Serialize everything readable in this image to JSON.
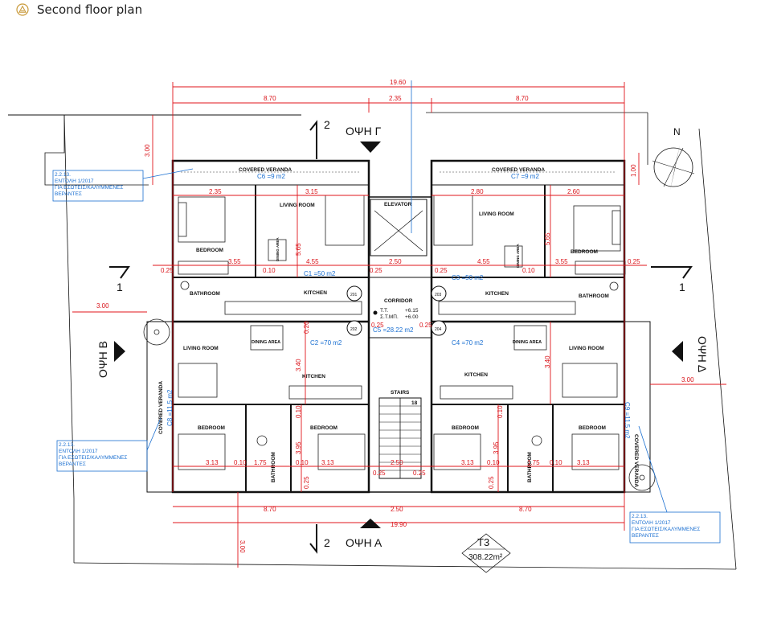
{
  "page_title": "Second floor plan",
  "icons": {
    "header": "floor-plan-icon"
  },
  "colors": {
    "dimension": "#e0151b",
    "annotation": "#1a6fd1",
    "wall": "#111111",
    "header_icon": "#c99a3b"
  },
  "elevations": {
    "top": "ΟΨΗ Γ",
    "bottom": "ΟΨΗ Α",
    "left": "ΟΨΗ Β",
    "right": "ΟΨΗ Δ",
    "section_2": "2",
    "section_1": "1"
  },
  "north_label": "N",
  "plot_label": {
    "code": "T3",
    "area": "308.22m²"
  },
  "dimensions": {
    "overall_top": "19.60",
    "overall_bottom": "19.90",
    "left_wing": "8.70",
    "core": "2.35",
    "right_wing": "8.70",
    "core_bottom": "2.50",
    "setback_top": "3.00",
    "setback_bottom": "3.00",
    "setback_left": "3.00",
    "setback_right": "3.00",
    "veranda_depth": "1.00",
    "bedroom_w_left": "2.35",
    "living_w_left": "3.15",
    "living_w_right": "2.80",
    "bedroom_w_right": "2.60",
    "row_a": "3.55",
    "row_b": "4.55",
    "row_c": "2.50",
    "row_d": "4.55",
    "row_e": "3.55",
    "wall_a": "0.25",
    "wall_b": "0.10",
    "wall_c": "0.25",
    "wall_d": "0.25",
    "wall_e": "0.10",
    "wall_f": "0.25",
    "depth_living": "5.65",
    "depth_living_right": "5.65",
    "depth_mid": "3.40",
    "depth_mid_right": "3.40",
    "wall_v1": "0.20",
    "wall_v2": "0.10",
    "wall_v3": "0.10",
    "depth_bed": "3.95",
    "depth_bed_right": "3.95",
    "wall_v4": "0.25",
    "wall_v5": "0.25",
    "bot_a": "3.13",
    "bot_b": "0.10",
    "bot_c": "1.75",
    "bot_d": "0.10",
    "bot_e": "3.13",
    "bot_f": "2.50",
    "bot_g": "3.13",
    "bot_h": "0.10",
    "bot_i": "1.75",
    "bot_j": "0.10",
    "bot_k": "3.13",
    "bot_w1": "0.25",
    "bot_w2": "0.25",
    "mid_w1": "0.25",
    "mid_w2": "0.25"
  },
  "rooms": {
    "covered_veranda": "COVERED VERANDA",
    "living_room": "LIVING ROOM",
    "bedroom": "BEDROOM",
    "bathroom": "BATHROOM",
    "kitchen": "KITCHEN",
    "dining_area": "DINING AREA",
    "dining_area_short": "DINING AREA",
    "elevator": "ELEVATOR",
    "corridor": "CORRIDOR",
    "stairs": "STAIRS",
    "stair_number": "18"
  },
  "door_tags": [
    "201",
    "202",
    "203",
    "204"
  ],
  "levels": {
    "finished": "+6.15",
    "finished_label": "Τ.Τ.",
    "structural": "+6.00",
    "structural_label": "Σ.Τ.ΜΠ."
  },
  "areas": {
    "c1": "C1 =50 m2",
    "c2": "C2 =70 m2",
    "c3": "C3 =50 m2",
    "c4": "C4 =70 m2",
    "c5": "C5 =28.22 m2",
    "c6": "C6 =9 m2",
    "c7": "C7 =9 m2",
    "c8": "C8 =11.5 m2",
    "c9": "C9 =11.5 m2"
  },
  "notes": {
    "line1": "2.2.13.",
    "line2": "ΕΝΤΟΛΗ 1/2017",
    "line3": "ΓΙΑ ΕΣΩΤΕΙΣ/ΚΑΛΥΜΜΕΝΕΣ",
    "line4": "ΒΕΡΑΝΤΕΣ"
  }
}
